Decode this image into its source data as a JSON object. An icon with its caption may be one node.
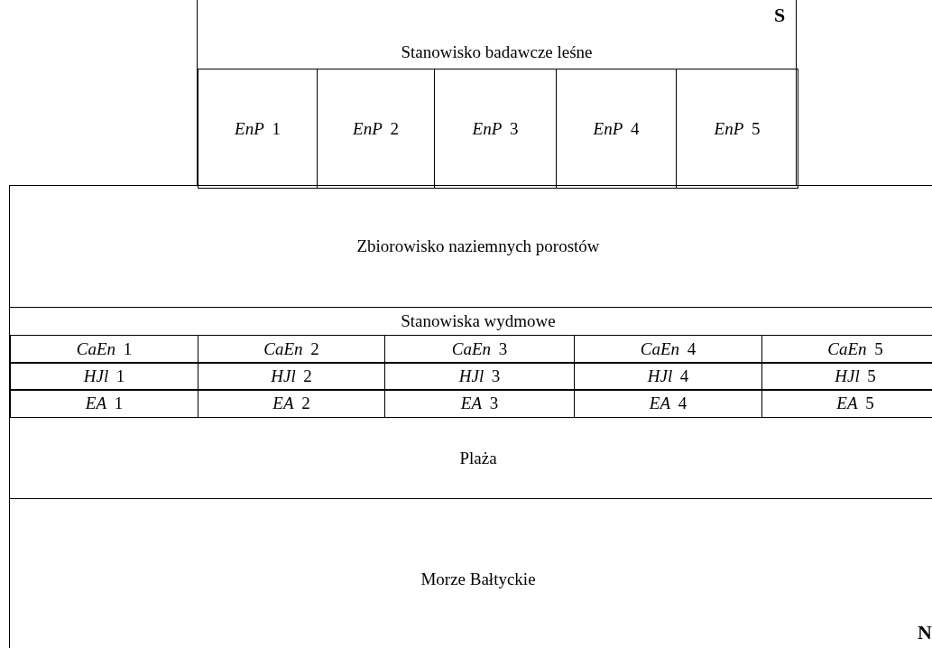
{
  "diagram": {
    "nodes": [
      {
        "text": [
          "Stanowisko badawcze leśne"
        ]
      },
      {
        "text": [
          "*EnP* 1"
        ],
        "in": 0
      },
      {
        "text": [
          "*EnP* 2"
        ],
        "in": 0
      },
      {
        "text": [
          "*EnP* 3"
        ],
        "in": 0
      },
      {
        "text": [
          "*EnP* 4"
        ],
        "in": 0
      },
      {
        "text": [
          "*EnP* 5"
        ],
        "in": 0
      },
      {
        "text": [
          "Zbiorowisko naziemnych porostów"
        ]
      },
      {
        "text": [
          "Stanowiska wydmowe"
        ]
      },
      {
        "text": [
          "*CaEn* 1"
        ],
        "in": 7
      },
      {
        "text": [
          "*CaEn* 2"
        ],
        "in": 7
      },
      {
        "text": [
          "*CaEn* 3"
        ],
        "in": 7
      },
      {
        "text": [
          "*CaEn* 4"
        ],
        "in": 7
      },
      {
        "text": [
          "*CaEn* 5"
        ],
        "in": 7
      },
      {
        "text": [
          "*HJl* 1"
        ],
        "in": 7
      },
      {
        "text": [
          "*HJl* 2"
        ],
        "in": 7
      },
      {
        "text": [
          "*HJl* 3"
        ],
        "in": 7
      },
      {
        "text": [
          "*HJl* 4"
        ],
        "in": 7
      },
      {
        "text": [
          "*HJl* 5"
        ],
        "in": 7
      },
      {
        "text": [
          "*EA* 1"
        ],
        "in": 7
      },
      {
        "text": [
          "*EA* 2"
        ],
        "in": 7
      },
      {
        "text": [
          "*EA* 3"
        ],
        "in": 7
      },
      {
        "text": [
          "*EA* 4"
        ],
        "in": 7
      },
      {
        "text": [
          "*EA* 5"
        ],
        "in": 7
      },
      {
        "text": [
          "Plaża"
        ]
      },
      {
        "text": [
          "Morze Bałtyckie"
        ]
      }
    ],
    "labels": [
      "S",
      "N"
    ]
  }
}
